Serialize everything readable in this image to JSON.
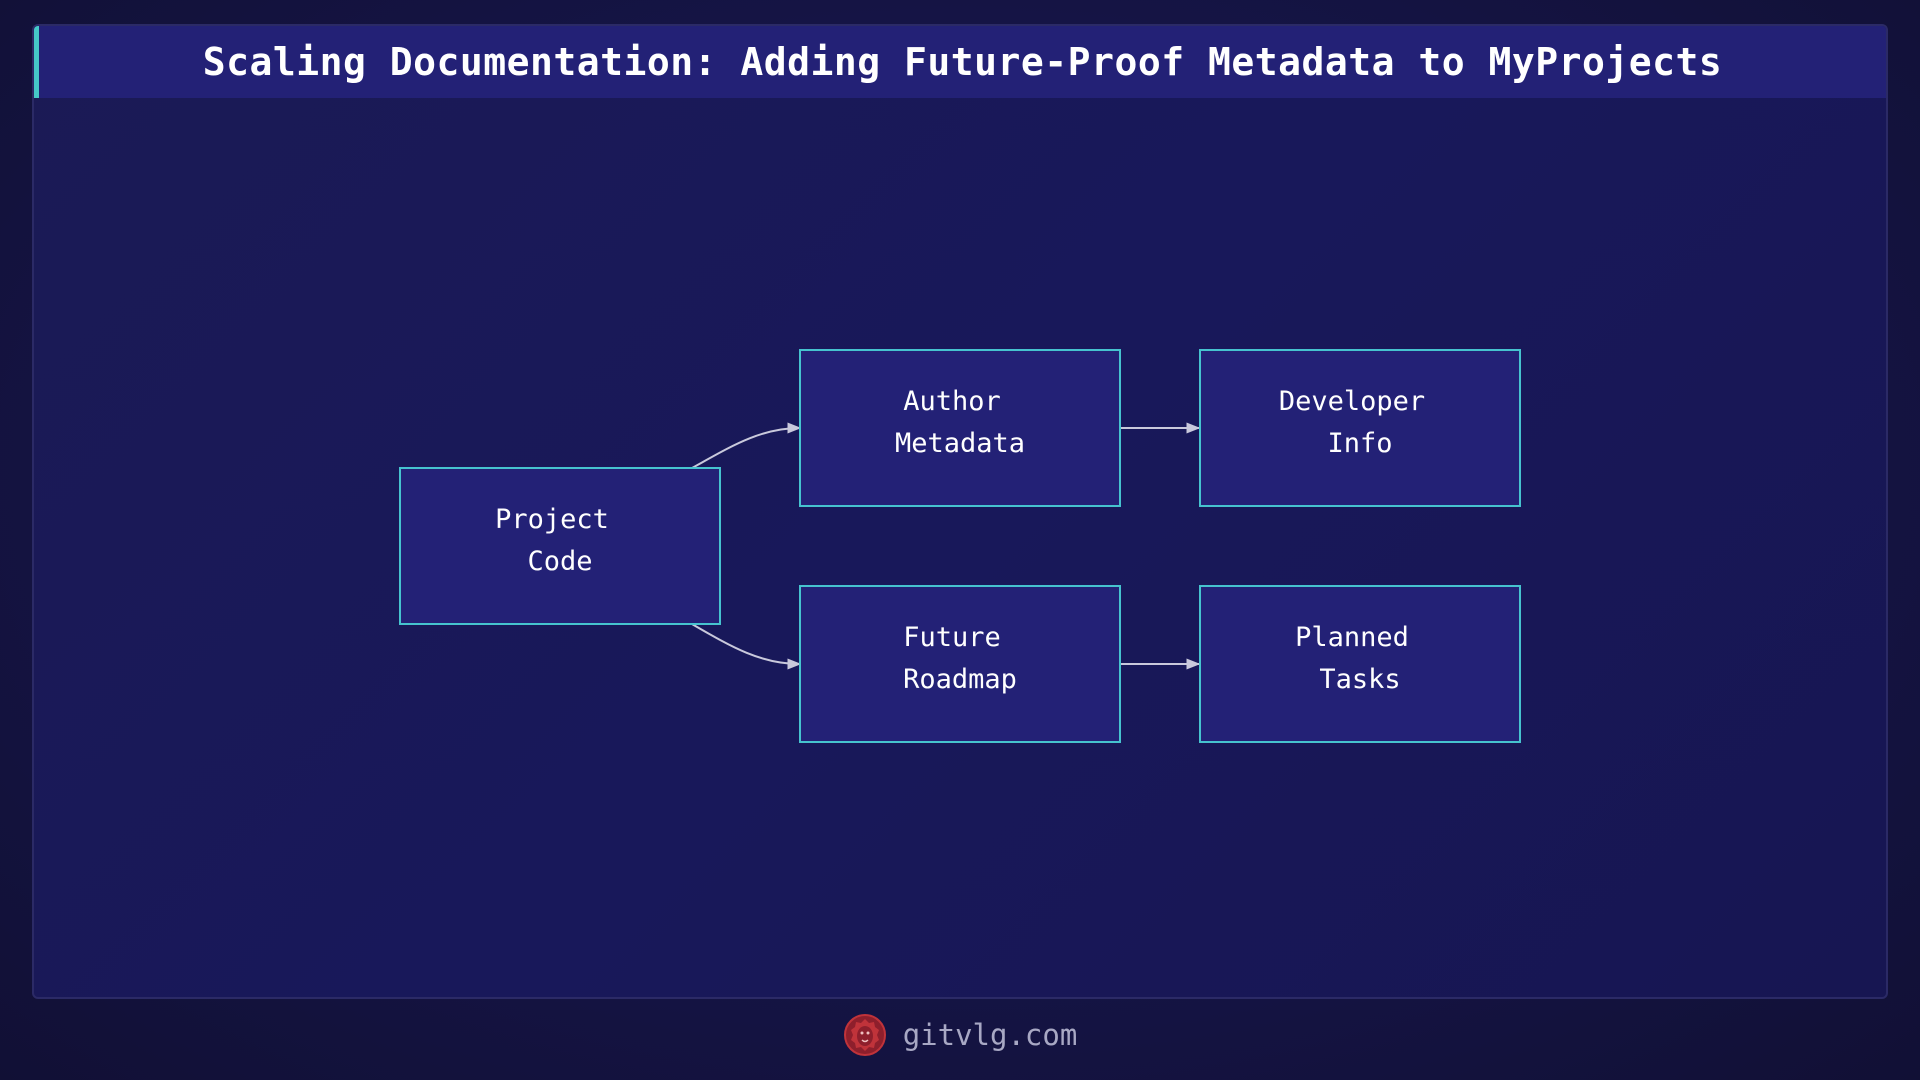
{
  "title": "Scaling Documentation: Adding Future-Proof Metadata to MyProjects",
  "nodes": [
    {
      "id": "project_code",
      "lines": [
        "Project",
        "Code"
      ]
    },
    {
      "id": "author_metadata",
      "lines": [
        "Author",
        "Metadata"
      ]
    },
    {
      "id": "developer_info",
      "lines": [
        "Developer",
        "Info"
      ]
    },
    {
      "id": "future_roadmap",
      "lines": [
        "Future",
        "Roadmap"
      ]
    },
    {
      "id": "planned_tasks",
      "lines": [
        "Planned",
        "Tasks"
      ]
    }
  ],
  "edges": [
    {
      "from": "project_code",
      "to": "author_metadata"
    },
    {
      "from": "author_metadata",
      "to": "developer_info"
    },
    {
      "from": "project_code",
      "to": "future_roadmap"
    },
    {
      "from": "future_roadmap",
      "to": "planned_tasks"
    }
  ],
  "colors": {
    "node_fill": "#232176",
    "node_border": "#46c3cf",
    "edge": "#c9c9dc",
    "accent": "#45c8c8",
    "logo": "#c0333a"
  },
  "footer": {
    "logo_icon": "lion-logo-icon",
    "text": "gitvlg.com"
  }
}
